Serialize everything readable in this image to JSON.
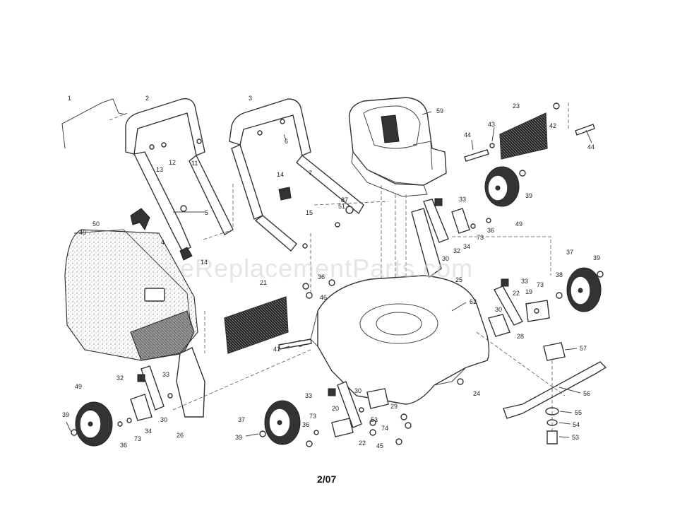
{
  "watermark": "eReplacementParts.com",
  "footer_code": "2/07",
  "callouts": [
    {
      "id": "c1",
      "text": "1"
    },
    {
      "id": "c2",
      "text": "2"
    },
    {
      "id": "c3",
      "text": "3"
    },
    {
      "id": "c4",
      "text": "4"
    },
    {
      "id": "c5",
      "text": "5"
    },
    {
      "id": "c6",
      "text": "6"
    },
    {
      "id": "c7",
      "text": "7"
    },
    {
      "id": "c11",
      "text": "11"
    },
    {
      "id": "c12",
      "text": "12"
    },
    {
      "id": "c13",
      "text": "13"
    },
    {
      "id": "c14",
      "text": "14"
    },
    {
      "id": "c14b",
      "text": "14"
    },
    {
      "id": "c15",
      "text": "15"
    },
    {
      "id": "c19",
      "text": "19"
    },
    {
      "id": "c20",
      "text": "20"
    },
    {
      "id": "c21",
      "text": "21"
    },
    {
      "id": "c22a",
      "text": "22"
    },
    {
      "id": "c22b",
      "text": "22"
    },
    {
      "id": "c23",
      "text": "23"
    },
    {
      "id": "c24",
      "text": "24"
    },
    {
      "id": "c25",
      "text": "25"
    },
    {
      "id": "c26",
      "text": "26"
    },
    {
      "id": "c28",
      "text": "28"
    },
    {
      "id": "c29",
      "text": "29"
    },
    {
      "id": "c30a",
      "text": "30"
    },
    {
      "id": "c30b",
      "text": "30"
    },
    {
      "id": "c30c",
      "text": "30"
    },
    {
      "id": "c30d",
      "text": "30"
    },
    {
      "id": "c32a",
      "text": "32"
    },
    {
      "id": "c32b",
      "text": "32"
    },
    {
      "id": "c33a",
      "text": "33"
    },
    {
      "id": "c33b",
      "text": "33"
    },
    {
      "id": "c33c",
      "text": "33"
    },
    {
      "id": "c33d",
      "text": "33"
    },
    {
      "id": "c34a",
      "text": "34"
    },
    {
      "id": "c34b",
      "text": "34"
    },
    {
      "id": "c36a",
      "text": "36"
    },
    {
      "id": "c36b",
      "text": "36"
    },
    {
      "id": "c36c",
      "text": "36"
    },
    {
      "id": "c36d",
      "text": "36"
    },
    {
      "id": "c37a",
      "text": "37"
    },
    {
      "id": "c37b",
      "text": "37"
    },
    {
      "id": "c38",
      "text": "38"
    },
    {
      "id": "c39a",
      "text": "39"
    },
    {
      "id": "c39b",
      "text": "39"
    },
    {
      "id": "c39c",
      "text": "39"
    },
    {
      "id": "c39d",
      "text": "39"
    },
    {
      "id": "c40",
      "text": "40"
    },
    {
      "id": "c41",
      "text": "41"
    },
    {
      "id": "c42",
      "text": "42"
    },
    {
      "id": "c43",
      "text": "43"
    },
    {
      "id": "c44a",
      "text": "44"
    },
    {
      "id": "c44b",
      "text": "44"
    },
    {
      "id": "c45",
      "text": "45"
    },
    {
      "id": "c46",
      "text": "46"
    },
    {
      "id": "c49a",
      "text": "49"
    },
    {
      "id": "c49b",
      "text": "49"
    },
    {
      "id": "c50",
      "text": "50"
    },
    {
      "id": "c51",
      "text": "51"
    },
    {
      "id": "c53a",
      "text": "53"
    },
    {
      "id": "c53b",
      "text": "53"
    },
    {
      "id": "c54",
      "text": "54"
    },
    {
      "id": "c55",
      "text": "55"
    },
    {
      "id": "c56",
      "text": "56"
    },
    {
      "id": "c57",
      "text": "57"
    },
    {
      "id": "c59",
      "text": "59"
    },
    {
      "id": "c62",
      "text": "62"
    },
    {
      "id": "c73a",
      "text": "73"
    },
    {
      "id": "c73b",
      "text": "73"
    },
    {
      "id": "c73c",
      "text": "73"
    },
    {
      "id": "c73d",
      "text": "73"
    },
    {
      "id": "c74",
      "text": "74"
    },
    {
      "id": "c87",
      "text": "87"
    }
  ]
}
